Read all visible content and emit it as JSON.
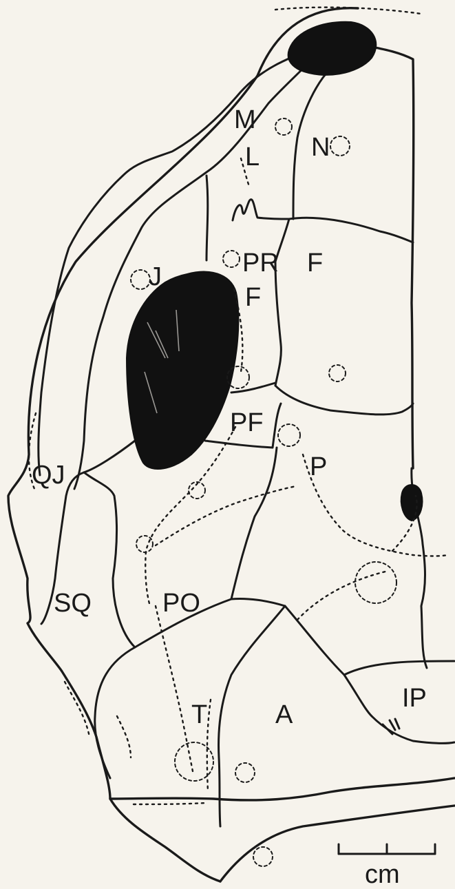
{
  "figure": {
    "bone_labels": [
      {
        "id": "m",
        "text": "M"
      },
      {
        "id": "l",
        "text": "L"
      },
      {
        "id": "n",
        "text": "N"
      },
      {
        "id": "j",
        "text": "J"
      },
      {
        "id": "pr",
        "text": "PR"
      },
      {
        "id": "pr_f",
        "text": "F"
      },
      {
        "id": "f",
        "text": "F"
      },
      {
        "id": "pf",
        "text": "PF"
      },
      {
        "id": "p",
        "text": "P"
      },
      {
        "id": "qj",
        "text": "QJ"
      },
      {
        "id": "sq",
        "text": "SQ"
      },
      {
        "id": "po",
        "text": "PO"
      },
      {
        "id": "t",
        "text": "T"
      },
      {
        "id": "a",
        "text": "A"
      },
      {
        "id": "ip",
        "text": "IP"
      }
    ],
    "scale_bar": {
      "unit_label": "cm"
    }
  },
  "colors": {
    "ink": "#1a1a1a",
    "paper": "#f6f3ec"
  }
}
